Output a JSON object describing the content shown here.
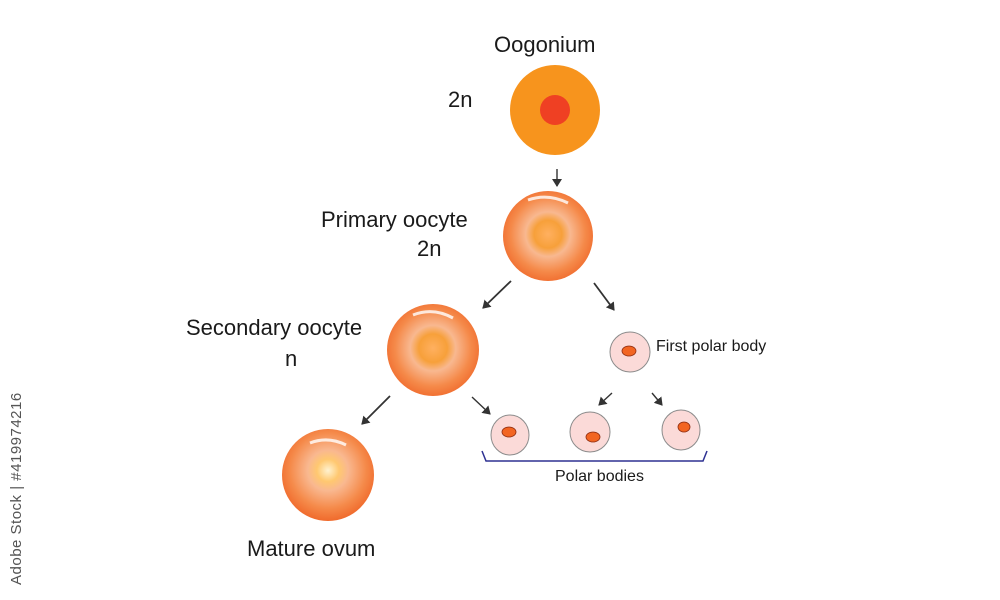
{
  "diagram": {
    "title": "Oogonium",
    "labels": {
      "oogonium_ploidy": "2n",
      "primary_oocyte": "Primary oocyte",
      "primary_oocyte_ploidy": "2n",
      "secondary_oocyte": "Secondary oocyte",
      "secondary_oocyte_ploidy": "n",
      "first_polar_body": "First polar body",
      "polar_bodies": "Polar bodies",
      "mature_ovum": "Mature ovum"
    }
  },
  "stock_id": "Adobe Stock | #419974216",
  "colors": {
    "cell_outer": "#F7941D",
    "cell_nucleus": "#EF4023",
    "cell_glow_light": "#FFD0A8",
    "cell_glow_mid": "#F58A4A",
    "cell_glow_edge": "#F06A2C",
    "polar_fill": "#FBDAD8",
    "polar_stroke": "#8C8C8C",
    "polar_nucleus": "#F26522",
    "bracket": "#2E3192",
    "arrow": "#333333"
  }
}
